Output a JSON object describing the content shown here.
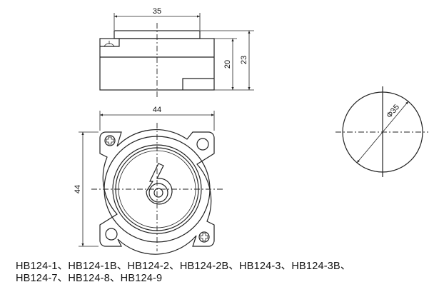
{
  "side_view": {
    "width_dim": "35",
    "height_dim_body": "20",
    "height_dim_total": "23"
  },
  "front_view": {
    "width_dim": "44",
    "height_dim": "44"
  },
  "cutout_view": {
    "diameter_dim": "Φ35"
  },
  "models": {
    "line1": "HB124-1、HB124-1B、HB124-2、HB124-2B、HB124-3、HB124-3B、",
    "line2": "HB124-7、HB124-8、HB124-9"
  }
}
